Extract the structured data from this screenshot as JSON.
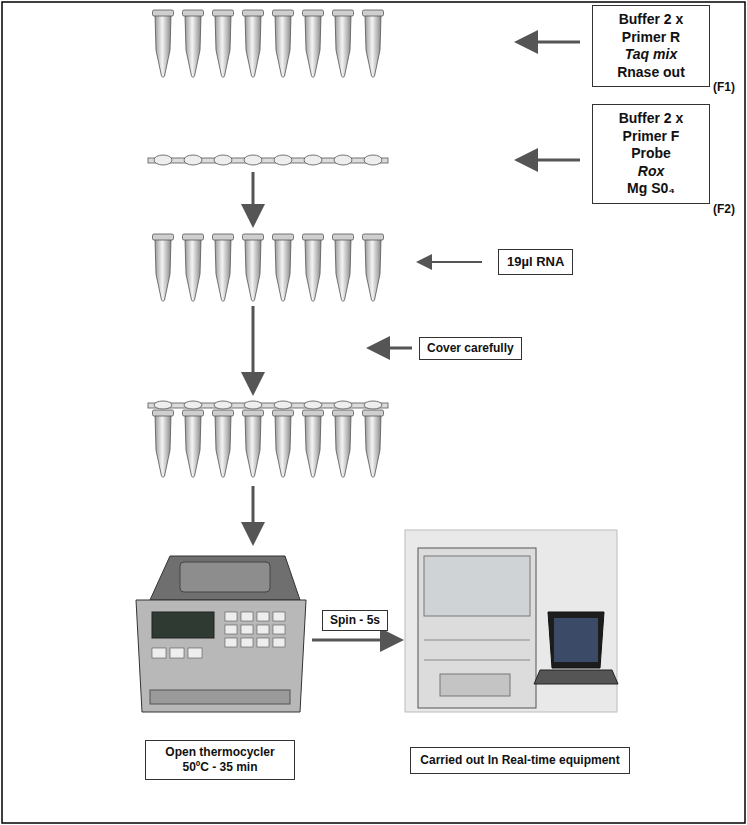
{
  "diagram": {
    "nodes": [
      {
        "text": [
          "Buffer 2 x",
          "Primer R",
          "Taq mix",
          "Rnase out"
        ]
      },
      {
        "text": [
          "Buffer 2 x",
          "Primer F",
          "Probe",
          "Rox",
          "Mg S0₄"
        ]
      },
      {
        "text": [
          "19µl RNA"
        ]
      },
      {
        "text": [
          "Cover carefully"
        ]
      },
      {
        "text": [
          "Spin - 5s"
        ]
      },
      {
        "text": [
          "Open thermocycler 50ºC - 35 min"
        ]
      },
      {
        "text": [
          "Carried out In Real-time equipment"
        ]
      }
    ],
    "labels": [
      "(F1)",
      "(F2)"
    ]
  }
}
